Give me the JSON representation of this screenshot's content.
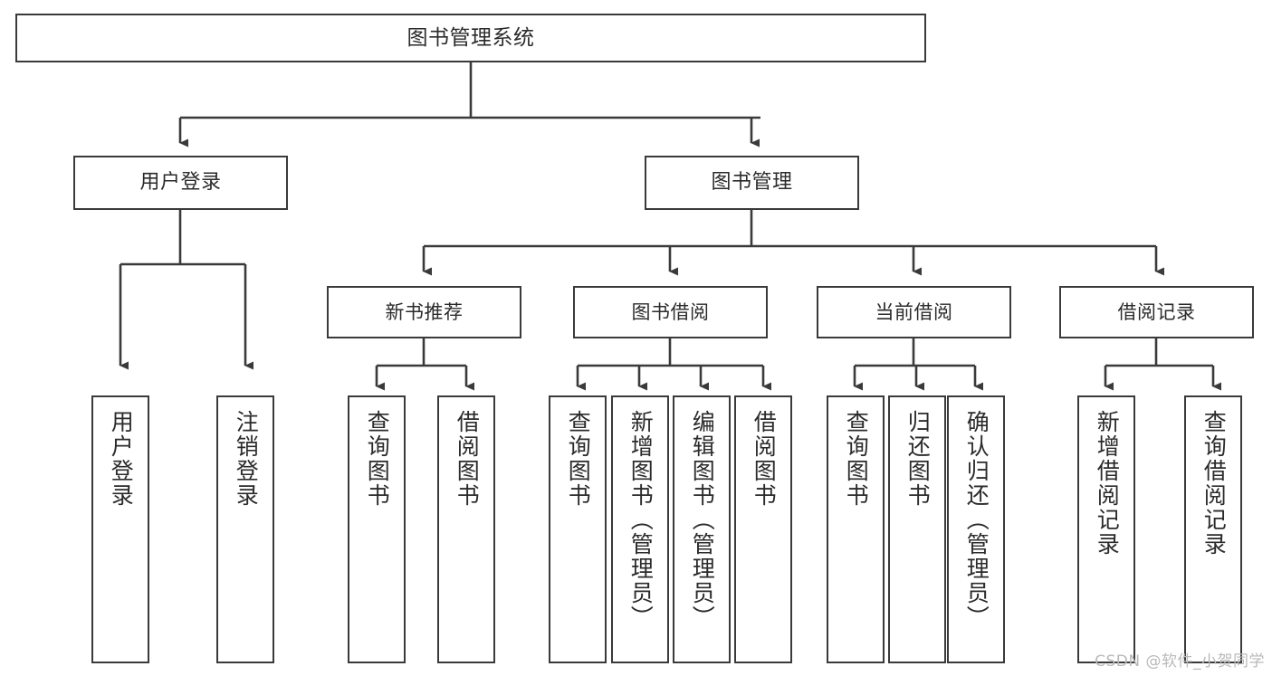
{
  "diagram": {
    "title": "图书管理系统",
    "type": "功能结构图",
    "watermark": "CSDN @软件_小贺同学",
    "colors": {
      "stroke": "#3a3a3a",
      "text": "#2b2b2b",
      "background": "#ffffff",
      "watermark": "#b9b9b9"
    },
    "nodes": {
      "root": {
        "label": "图书管理系统"
      },
      "level2": [
        {
          "id": "user-login",
          "label": "用户登录"
        },
        {
          "id": "book-manage",
          "label": "图书管理"
        }
      ],
      "level3": [
        {
          "id": "new-book-recommend",
          "label": "新书推荐"
        },
        {
          "id": "book-borrow",
          "label": "图书借阅"
        },
        {
          "id": "current-borrow",
          "label": "当前借阅"
        },
        {
          "id": "borrow-record",
          "label": "借阅记录"
        }
      ],
      "leaves": [
        {
          "id": "leaf-user-login",
          "label": "用户登录",
          "parent": "user-login"
        },
        {
          "id": "leaf-user-logout",
          "label": "注销登录",
          "parent": "user-login"
        },
        {
          "id": "leaf-query-book-1",
          "label": "查询图书",
          "parent": "new-book-recommend"
        },
        {
          "id": "leaf-borrow-book-1",
          "label": "借阅图书",
          "parent": "new-book-recommend"
        },
        {
          "id": "leaf-query-book-2",
          "label": "查询图书",
          "parent": "book-borrow"
        },
        {
          "id": "leaf-add-book",
          "label": "新增图书（管理员）",
          "parent": "book-borrow"
        },
        {
          "id": "leaf-edit-book",
          "label": "编辑图书（管理员）",
          "parent": "book-borrow"
        },
        {
          "id": "leaf-borrow-book-2",
          "label": "借阅图书",
          "parent": "book-borrow"
        },
        {
          "id": "leaf-query-book-3",
          "label": "查询图书",
          "parent": "current-borrow"
        },
        {
          "id": "leaf-return-book",
          "label": "归还图书",
          "parent": "current-borrow"
        },
        {
          "id": "leaf-confirm-return",
          "label": "确认归还（管理员）",
          "parent": "current-borrow"
        },
        {
          "id": "leaf-add-record",
          "label": "新增借阅记录",
          "parent": "borrow-record"
        },
        {
          "id": "leaf-query-record",
          "label": "查询借阅记录",
          "parent": "borrow-record"
        }
      ]
    }
  }
}
